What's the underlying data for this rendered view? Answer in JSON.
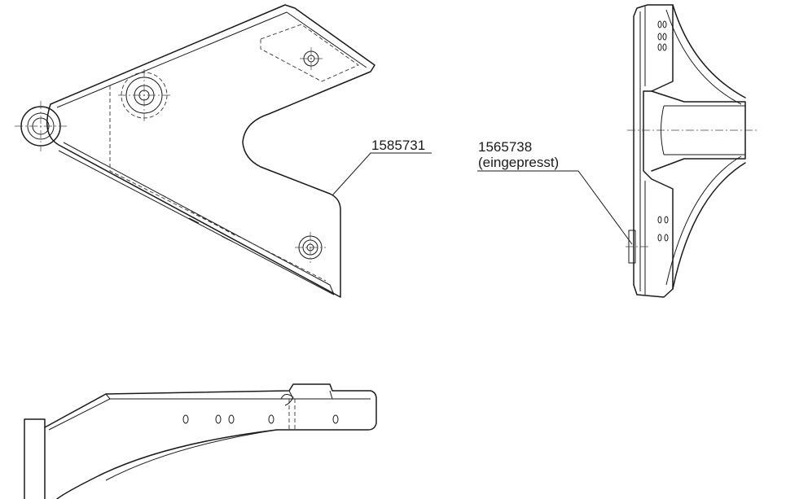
{
  "callouts": {
    "part_a": {
      "number": "1585731"
    },
    "part_b": {
      "number": "1565738",
      "note": "(eingepresst)"
    }
  },
  "colors": {
    "line": "#1a1a1a",
    "background": "#ffffff"
  }
}
